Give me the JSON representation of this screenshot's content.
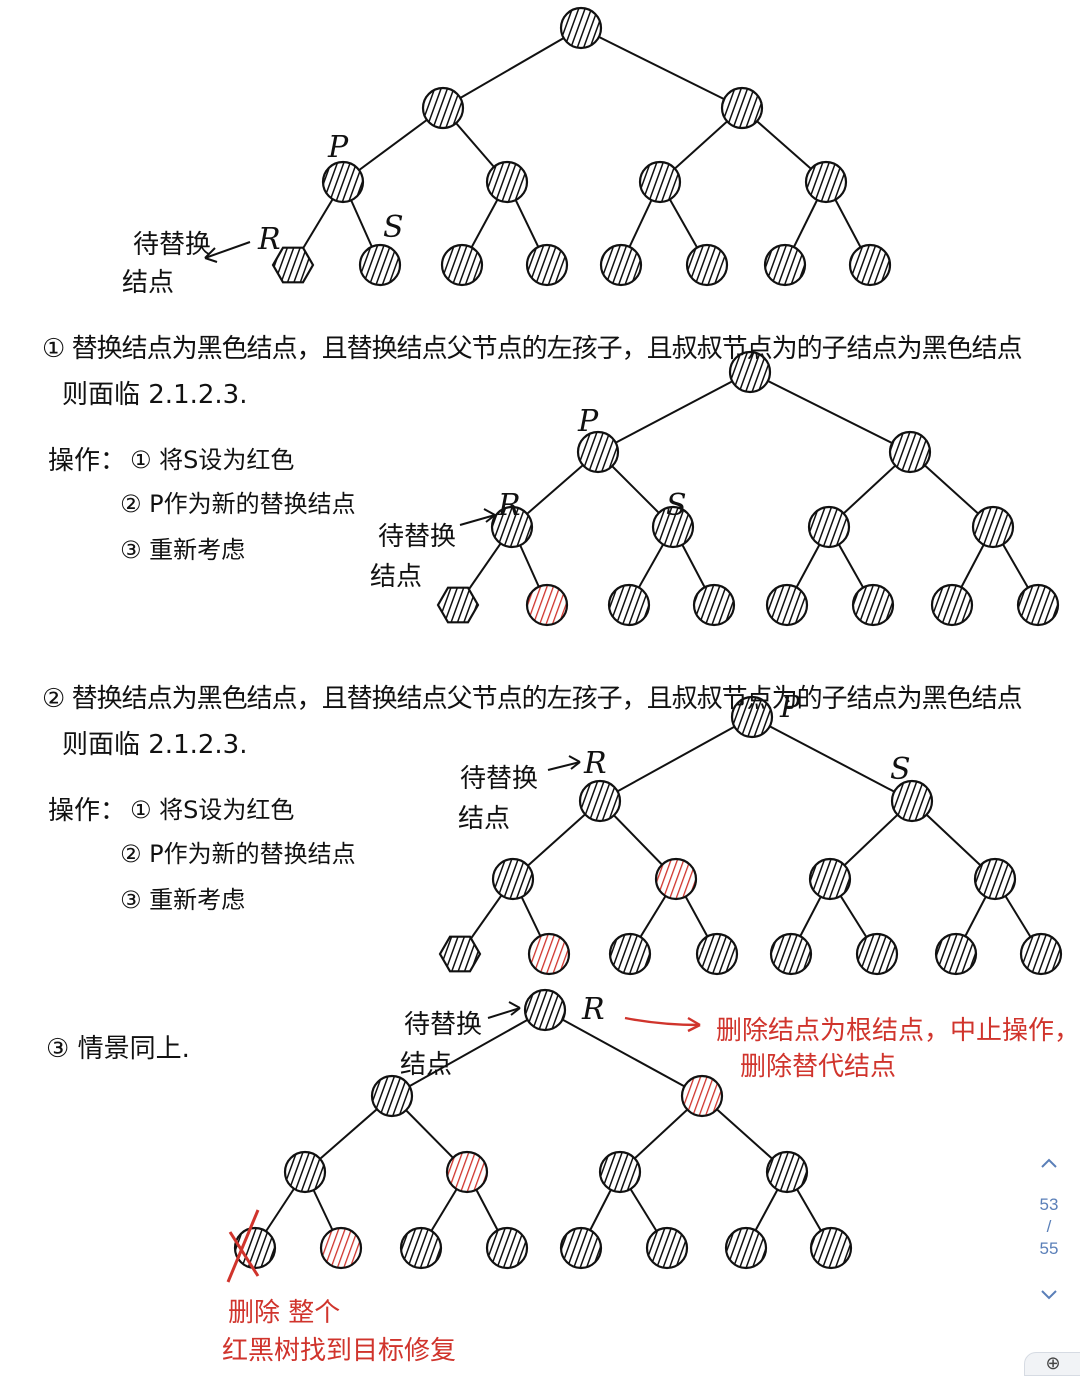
{
  "trees": {
    "tree1": {
      "labels": {
        "p": "P",
        "s": "S",
        "r": "R"
      },
      "annotation": [
        "待替换",
        "结点"
      ]
    },
    "tree2": {
      "labels": {
        "p": "P",
        "s": "S",
        "r": "R"
      },
      "annotation": [
        "待替换",
        "结点"
      ]
    },
    "tree3": {
      "labels": {
        "p": "P",
        "s": "S",
        "r": "R"
      },
      "annotation": [
        "待替换",
        "结点"
      ]
    },
    "tree4": {
      "labels": {
        "r": "R"
      },
      "annotation": [
        "待替换",
        "结点"
      ],
      "red_note": [
        "删除结点为根结点，中止操作，",
        "删除替代结点"
      ],
      "bottom_note": [
        "删除 整个",
        "红黑树找到目标修复"
      ]
    }
  },
  "section1": {
    "heading": "① 替换结点为黑色结点，且替换结点父节点的左孩子，且叔叔节点为的子结点为黑色结点",
    "line2": "则面临 2.1.2.3.",
    "ops_label": "操作：",
    "ops": [
      "① 将S设为红色",
      "② P作为新的替换结点",
      "③ 重新考虑"
    ]
  },
  "section2": {
    "heading": "② 替换结点为黑色结点，且替换结点父节点的左孩子，且叔叔节点为的子结点为黑色结点",
    "line2": "则面临 2.1.2.3.",
    "ops_label": "操作：",
    "ops": [
      "① 将S设为红色",
      "② P作为新的替换结点",
      "③ 重新考虑"
    ]
  },
  "section3": {
    "heading": "③ 情景同上."
  },
  "pager": {
    "current": "53",
    "separator": "/",
    "total": "55",
    "up_icon": "chevron-up-icon",
    "down_icon": "chevron-down-icon"
  },
  "zoom": {
    "icon": "zoom-in-icon",
    "glyph": "⊕"
  },
  "colors": {
    "ink": "#111111",
    "red_ink": "#d0342c",
    "pager": "#4a6fa5"
  }
}
